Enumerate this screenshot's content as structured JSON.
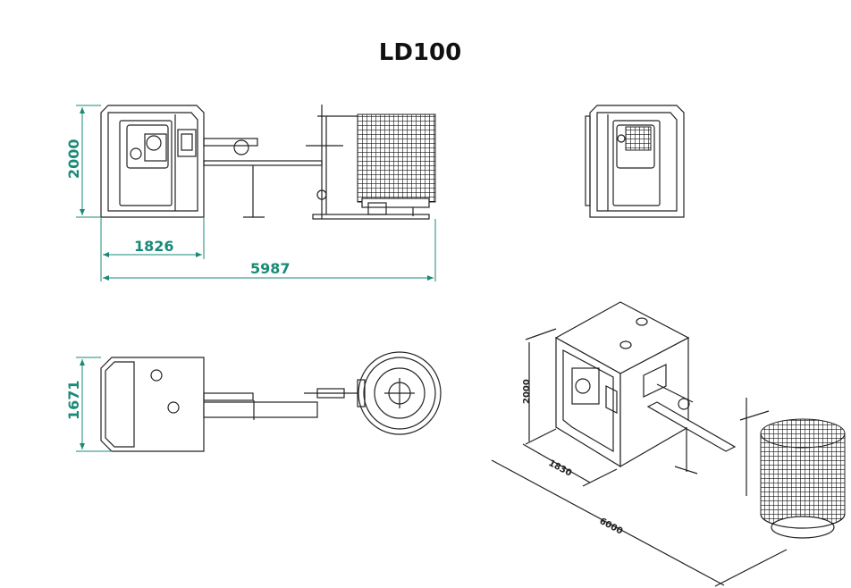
{
  "title": "LD100",
  "dimensions": {
    "front_height": "2000",
    "front_width": "1826",
    "overall_length": "5987",
    "top_depth": "1671",
    "iso_height": "2000",
    "iso_width": "1830",
    "iso_length": "6000"
  },
  "colors": {
    "dimension": "#1a8a78",
    "line": "#222222"
  }
}
